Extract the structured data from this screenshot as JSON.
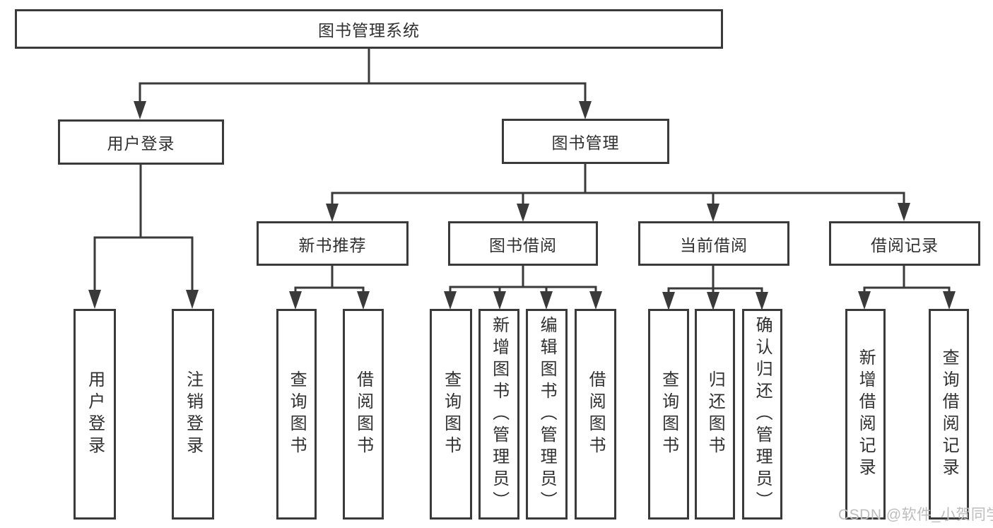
{
  "diagram": {
    "root": {
      "label": "图书管理系统"
    },
    "branches": [
      {
        "label": "用户登录",
        "children": [
          {
            "label": "用户登录"
          },
          {
            "label": "注销登录"
          }
        ]
      },
      {
        "label": "图书管理",
        "groups": [
          {
            "label": "新书推荐",
            "children": [
              {
                "label": "查询图书"
              },
              {
                "label": "借阅图书"
              }
            ]
          },
          {
            "label": "图书借阅",
            "children": [
              {
                "label": "查询图书"
              },
              {
                "label": "新增图书（管理员）"
              },
              {
                "label": "编辑图书（管理员）"
              },
              {
                "label": "借阅图书"
              }
            ]
          },
          {
            "label": "当前借阅",
            "children": [
              {
                "label": "查询图书"
              },
              {
                "label": "归还图书"
              },
              {
                "label": "确认归还（管理员）"
              }
            ]
          },
          {
            "label": "借阅记录",
            "children": [
              {
                "label": "新增借阅记录"
              },
              {
                "label": "查询借阅记录"
              }
            ]
          }
        ]
      }
    ]
  },
  "watermark": {
    "text": "CSDN @软件_小贺同学"
  },
  "colors": {
    "line": "#3a3a3a",
    "text": "#303030",
    "watermark": "#bdbdbd",
    "background": "#ffffff"
  }
}
